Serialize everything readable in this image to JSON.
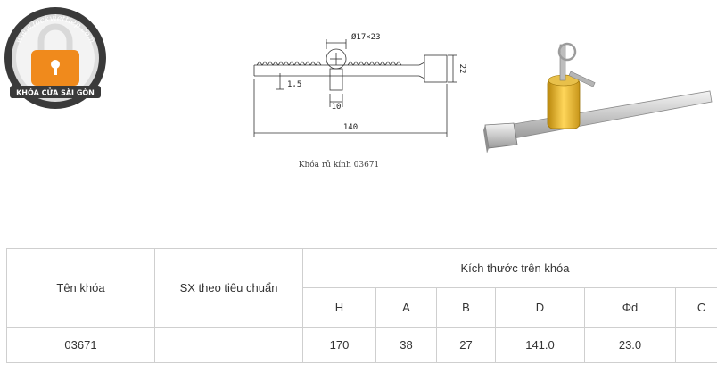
{
  "logo": {
    "url_text": "www.lockviettiep.com",
    "tagline": "KHÓA CỬA SÀI GÒN",
    "colors": {
      "ring": "#3a3a3a",
      "lock": "#f08a1c"
    }
  },
  "drawing": {
    "dim_diameter": "Ø17×23",
    "dim_height": "22",
    "dim_pitch": "1,5",
    "dim_width": "10",
    "dim_length": "140"
  },
  "caption": "Khóa rủ kính 03671",
  "table": {
    "col_name": "Tên khóa",
    "col_standard": "SX theo tiêu chuẩn",
    "col_dimensions": "Kích thước trên khóa",
    "dims": [
      "H",
      "A",
      "B",
      "D",
      "Φd",
      "C"
    ],
    "row": {
      "name": "03671",
      "standard": "",
      "values": [
        "170",
        "38",
        "27",
        "141.0",
        "23.0",
        ""
      ]
    }
  }
}
